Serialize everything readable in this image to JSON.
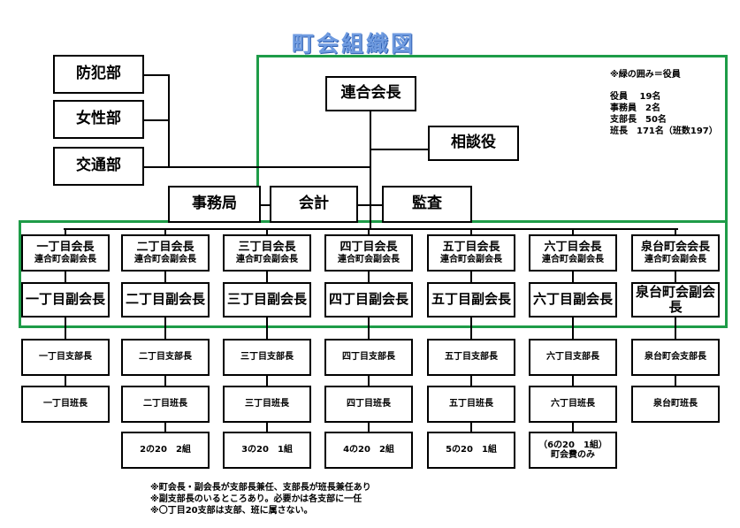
{
  "title": "町会組織図",
  "top_left": [
    "防犯部",
    "女性部",
    "交通部"
  ],
  "chairman": "連合会長",
  "advisor": "相談役",
  "row2": [
    "事務局",
    "会計",
    "監査"
  ],
  "note": {
    "header": "※緑の囲み＝役員",
    "lines": [
      "役員　 19名",
      "事務員　2名",
      "支部長　50名",
      "班長　171名（班数197）"
    ]
  },
  "districts": [
    {
      "chair": "一丁目会長",
      "chair_sub": "連合町会副会長",
      "vice": "一丁目副会長",
      "branch": "一丁目支部長",
      "group": "一丁目班長",
      "extra": ""
    },
    {
      "chair": "二丁目会長",
      "chair_sub": "連合町会副会長",
      "vice": "二丁目副会長",
      "branch": "二丁目支部長",
      "group": "二丁目班長",
      "extra": "2の20　2組"
    },
    {
      "chair": "三丁目会長",
      "chair_sub": "連合町会副会長",
      "vice": "三丁目副会長",
      "branch": "三丁目支部長",
      "group": "三丁目班長",
      "extra": "3の20　1組"
    },
    {
      "chair": "四丁目会長",
      "chair_sub": "連合町会副会長",
      "vice": "四丁目副会長",
      "branch": "四丁目支部長",
      "group": "四丁目班長",
      "extra": "4の20　2組"
    },
    {
      "chair": "五丁目会長",
      "chair_sub": "連合町会副会長",
      "vice": "五丁目副会長",
      "branch": "五丁目支部長",
      "group": "五丁目班長",
      "extra": "5の20　1組"
    },
    {
      "chair": "六丁目会長",
      "chair_sub": "連合町会副会長",
      "vice": "六丁目副会長",
      "branch": "六丁目支部長",
      "group": "六丁目班長",
      "extra": "（6の20　1組）\n町会費のみ"
    },
    {
      "chair": "泉台町会会長",
      "chair_sub": "連合町会副会長",
      "vice": "泉台町会副会長",
      "branch": "泉台町会支部長",
      "group": "泉台町班長",
      "extra": ""
    }
  ],
  "footnotes": [
    "※町会長・副会長が支部長兼任、支部長が班長兼任あり",
    "※副支部長のいるところあり。必要かは各支部に一任",
    "※〇丁目20支部は支部、班に属さない。"
  ]
}
